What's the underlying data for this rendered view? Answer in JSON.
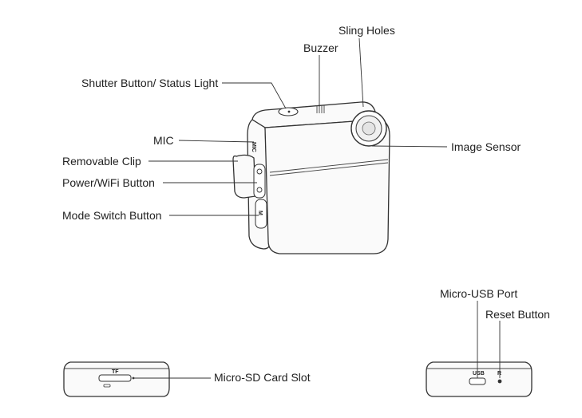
{
  "labels": {
    "sling_holes": "Sling Holes",
    "buzzer": "Buzzer",
    "shutter": "Shutter Button/ Status Light",
    "mic": "MIC",
    "clip": "Removable Clip",
    "power": "Power/WiFi Button",
    "mode": "Mode Switch Button",
    "image_sensor": "Image Sensor",
    "usb_port": "Micro-USB Port",
    "reset": "Reset Button",
    "sd_slot": "Micro-SD Card Slot"
  },
  "device_markings": {
    "side_mic": "MIC",
    "mode_m": "M",
    "tf": "TF",
    "usb": "USB",
    "reset_r": "R"
  }
}
